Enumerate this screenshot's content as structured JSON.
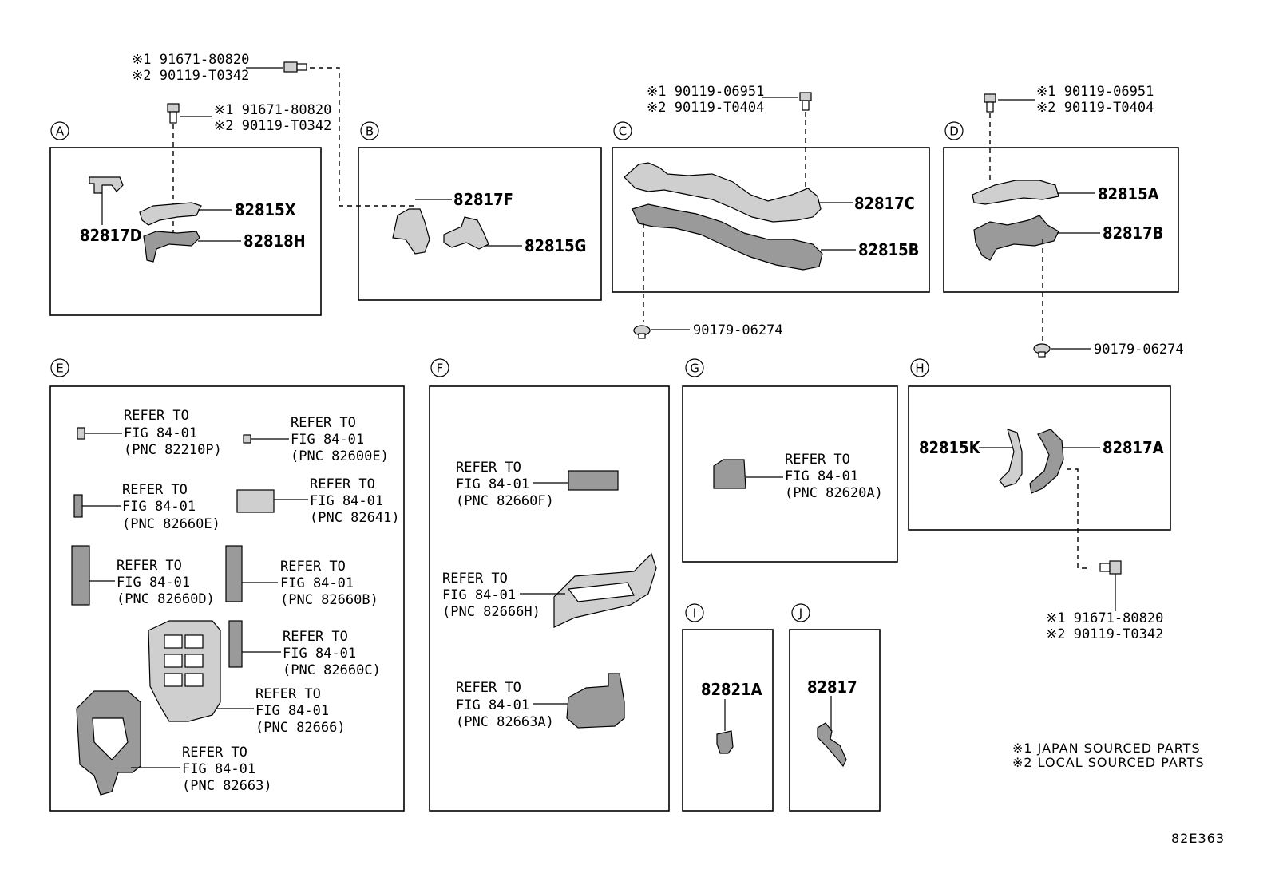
{
  "fasteners": {
    "a_top_1": "※1 91671-80820",
    "a_top_2": "※2 90119-T0342",
    "a_inner_1": "※1 91671-80820",
    "a_inner_2": "※2 90119-T0342",
    "c_top_1": "※1 90119-06951",
    "c_top_2": "※2 90119-T0404",
    "d_top_1": "※1 90119-06951",
    "d_top_2": "※2 90119-T0404",
    "c_clip": "90179-06274",
    "d_clip": "90179-06274",
    "h_1": "※1 91671-80820",
    "h_2": "※2 90119-T0342"
  },
  "sections": {
    "A": "A",
    "B": "B",
    "C": "C",
    "D": "D",
    "E": "E",
    "F": "F",
    "G": "G",
    "H": "H",
    "I": "I",
    "J": "J"
  },
  "parts": {
    "a_82815X": "82815X",
    "a_82817D": "82817D",
    "a_82818H": "82818H",
    "b_82817F": "82817F",
    "b_82815G": "82815G",
    "c_82817C": "82817C",
    "c_82815B": "82815B",
    "d_82815A": "82815A",
    "d_82817B": "82817B",
    "h_82815K": "82815K",
    "h_82817A": "82817A",
    "i_82821A": "82821A",
    "j_82817": "82817"
  },
  "refs": {
    "refer_to": "REFER TO",
    "fig": "FIG 84-01",
    "e1": "(PNC 82210P)",
    "e2": "(PNC 82600E)",
    "e3": "(PNC 82660E)",
    "e4": "(PNC 82641)",
    "e5": "(PNC 82660D)",
    "e6": "(PNC 82660B)",
    "e7": "(PNC 82660C)",
    "e8": "(PNC 82666)",
    "e9": "(PNC 82663)",
    "f1": "(PNC 82660F)",
    "f2": "(PNC 82666H)",
    "f3": "(PNC 82663A)",
    "g1": "(PNC 82620A)"
  },
  "legend": {
    "line1": "※1 JAPAN SOURCED PARTS",
    "line2": "※2 LOCAL SOURCED PARTS"
  },
  "figure_id": "82E363"
}
